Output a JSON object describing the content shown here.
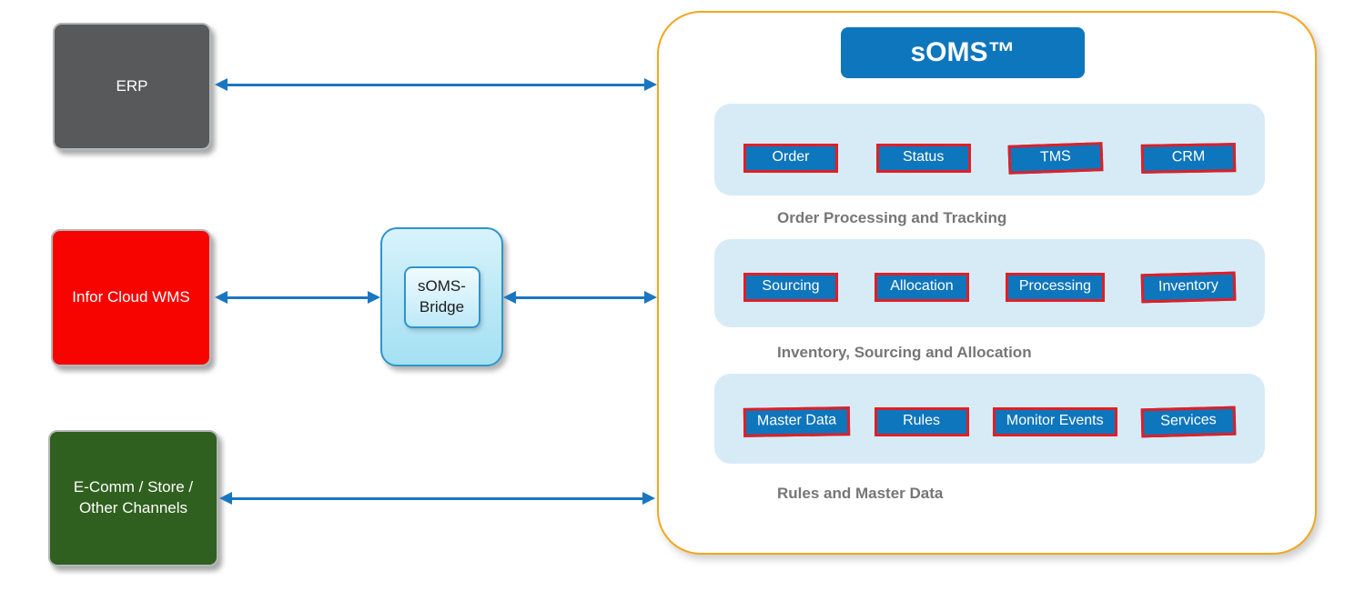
{
  "systems": [
    {
      "label": "ERP",
      "color": "#58595b"
    },
    {
      "label": "Infor Cloud WMS",
      "color": "#f70400"
    },
    {
      "label": "E-Comm / Store / Other Channels",
      "color": "#30601f"
    }
  ],
  "bridge": {
    "label": "sOMS-Bridge"
  },
  "soms": {
    "title": "sOMS™",
    "sections": [
      {
        "caption": "Order Processing and Tracking",
        "chips": [
          "Order",
          "Status",
          "TMS",
          "CRM"
        ]
      },
      {
        "caption": "Inventory, Sourcing and Allocation",
        "chips": [
          "Sourcing",
          "Allocation",
          "Processing",
          "Inventory"
        ]
      },
      {
        "caption": "Rules and Master Data",
        "chips": [
          "Master Data",
          "Rules",
          "Monitor Events",
          "Services"
        ]
      }
    ]
  },
  "colors": {
    "erp_gray": "#58595b",
    "wms_red": "#f70400",
    "ecomm_green": "#30601f",
    "chip_blue": "#0e76bc",
    "chip_border_red": "#e01f26",
    "panel_light_blue": "#d7ebf7",
    "soms_header_blue": "#0e76bd",
    "container_border_orange": "#f3a71e",
    "arrow_blue": "#1b76c0",
    "caption_gray": "#767676",
    "bridge_cyan": "#b9e8f6",
    "bridge_border_blue": "#2e95cc"
  }
}
